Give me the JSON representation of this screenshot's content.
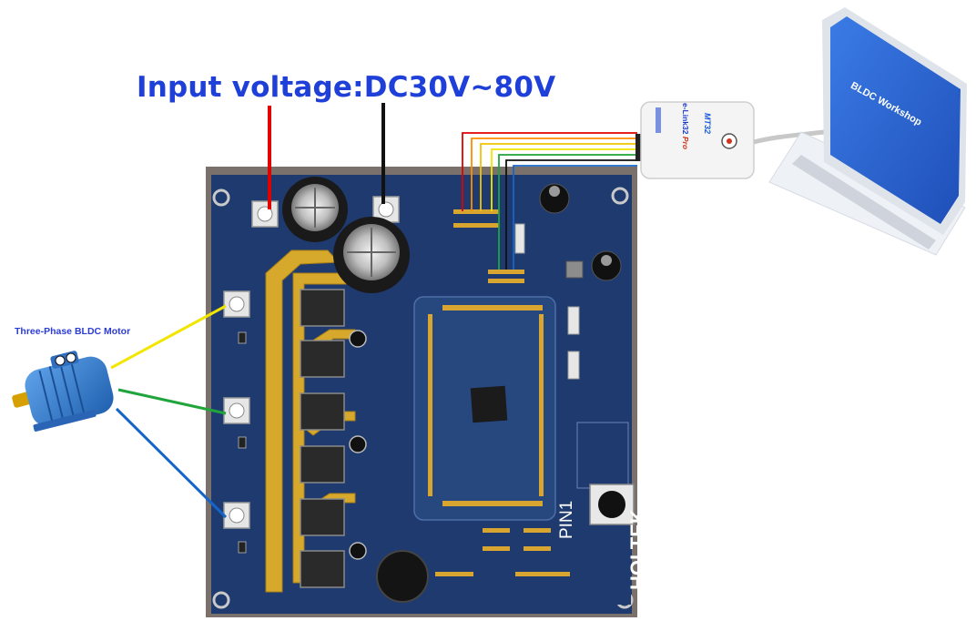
{
  "title": "Input voltage:DC30V~80V",
  "motor": {
    "label": "Three-Phase BLDC Motor"
  },
  "laptop": {
    "screen_text": "BLDC Workshop"
  },
  "programmer": {
    "name": "e-Link32",
    "suffix": "Pro",
    "badge": "MT32"
  },
  "board": {
    "brand": "HOLTEK",
    "pin_label": "PIN1"
  },
  "colors": {
    "title": "#1f3fd9",
    "board": "#1e3a6e",
    "trace": "#d6a92c",
    "wire_positive": "#e00000",
    "wire_negative": "#111111",
    "phase_u": "#f2e600",
    "phase_v": "#20a43c",
    "phase_w": "#1565c8",
    "motor_body": "#3a7fd0",
    "laptop_screen": "#2c66d8"
  },
  "icons": [
    "motor-icon",
    "laptop-icon",
    "usb-programmer-icon",
    "pcb-board-icon",
    "capacitor-icon"
  ]
}
